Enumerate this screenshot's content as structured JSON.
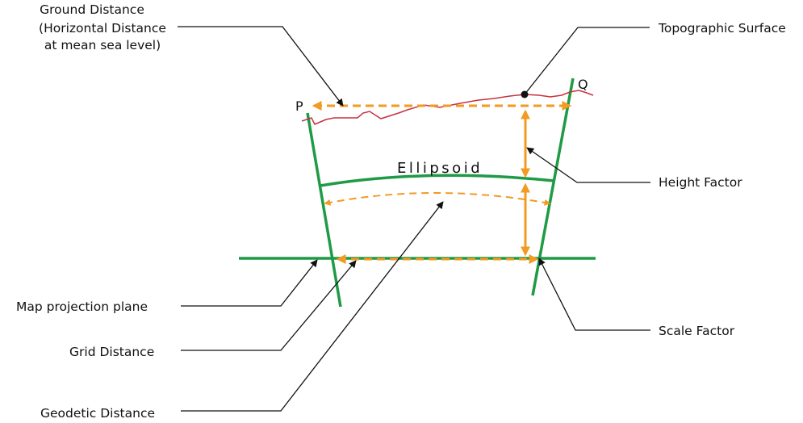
{
  "labels": {
    "ground_distance": [
      "Ground Distance",
      "(Horizontal Distance",
      "at mean sea level)"
    ],
    "topographic_surface": "Topographic Surface",
    "height_factor": "Height Factor",
    "scale_factor": "Scale Factor",
    "map_projection_plane": "Map projection plane",
    "grid_distance": "Grid Distance",
    "geodetic_distance": "Geodetic Distance",
    "ellipsoid": "Ellipsoid",
    "point_p": "P",
    "point_q": "Q"
  },
  "colors": {
    "green": "#1f9a45",
    "orange": "#f29a22",
    "red": "#c7323e",
    "black": "#111111"
  }
}
